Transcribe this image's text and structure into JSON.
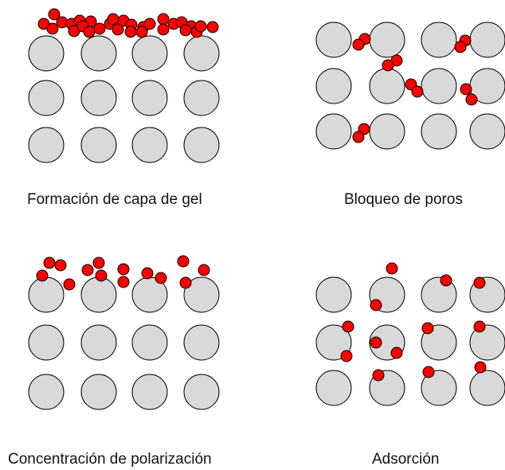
{
  "colors": {
    "membrane_fill": "#d9d9d9",
    "membrane_stroke": "#000000",
    "particle_fill": "#ff0000",
    "particle_stroke": "#000000"
  },
  "panels": [
    {
      "id": "gel-layer",
      "label": "Formación de capa de gel"
    },
    {
      "id": "pore-blocking",
      "label": "Bloqueo de poros"
    },
    {
      "id": "concentration-polarization",
      "label": "Concentración de polarización"
    },
    {
      "id": "adsorption",
      "label": "Adsorción"
    }
  ]
}
